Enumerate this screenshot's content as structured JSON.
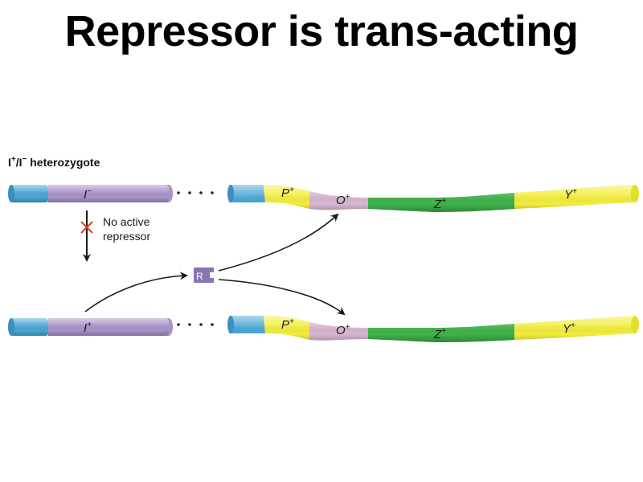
{
  "title": "Repressor is trans-acting",
  "genotype": {
    "base": "I",
    "sup1": "+",
    "mid": "/I",
    "sup2": "−",
    "suffix": " heterozygote"
  },
  "annotation": {
    "line1": "No active",
    "line2": "repressor"
  },
  "repressor_label": "R",
  "chromosome_top": {
    "regulator": {
      "base": "I",
      "sup": "−"
    },
    "genes": [
      {
        "base": "P",
        "sup": "+"
      },
      {
        "base": "O",
        "sup": "+"
      },
      {
        "base": "Z",
        "sup": "+"
      },
      {
        "base": "Y",
        "sup": "+"
      }
    ]
  },
  "chromosome_bottom": {
    "regulator": {
      "base": "I",
      "sup": "+"
    },
    "genes": [
      {
        "base": "P",
        "sup": "+"
      },
      {
        "base": "O",
        "sup": "+"
      },
      {
        "base": "Z",
        "sup": "+"
      },
      {
        "base": "Y",
        "sup": "+"
      }
    ]
  },
  "colors": {
    "blue": "#4aa6d6",
    "purple": "#a894c8",
    "yellow": "#f3ee3c",
    "mauve": "#d8b7d2",
    "green": "#3fb34a",
    "arrow": "#1a1a1a",
    "cross": "#d9422a",
    "repressor": "#8a74b4"
  }
}
